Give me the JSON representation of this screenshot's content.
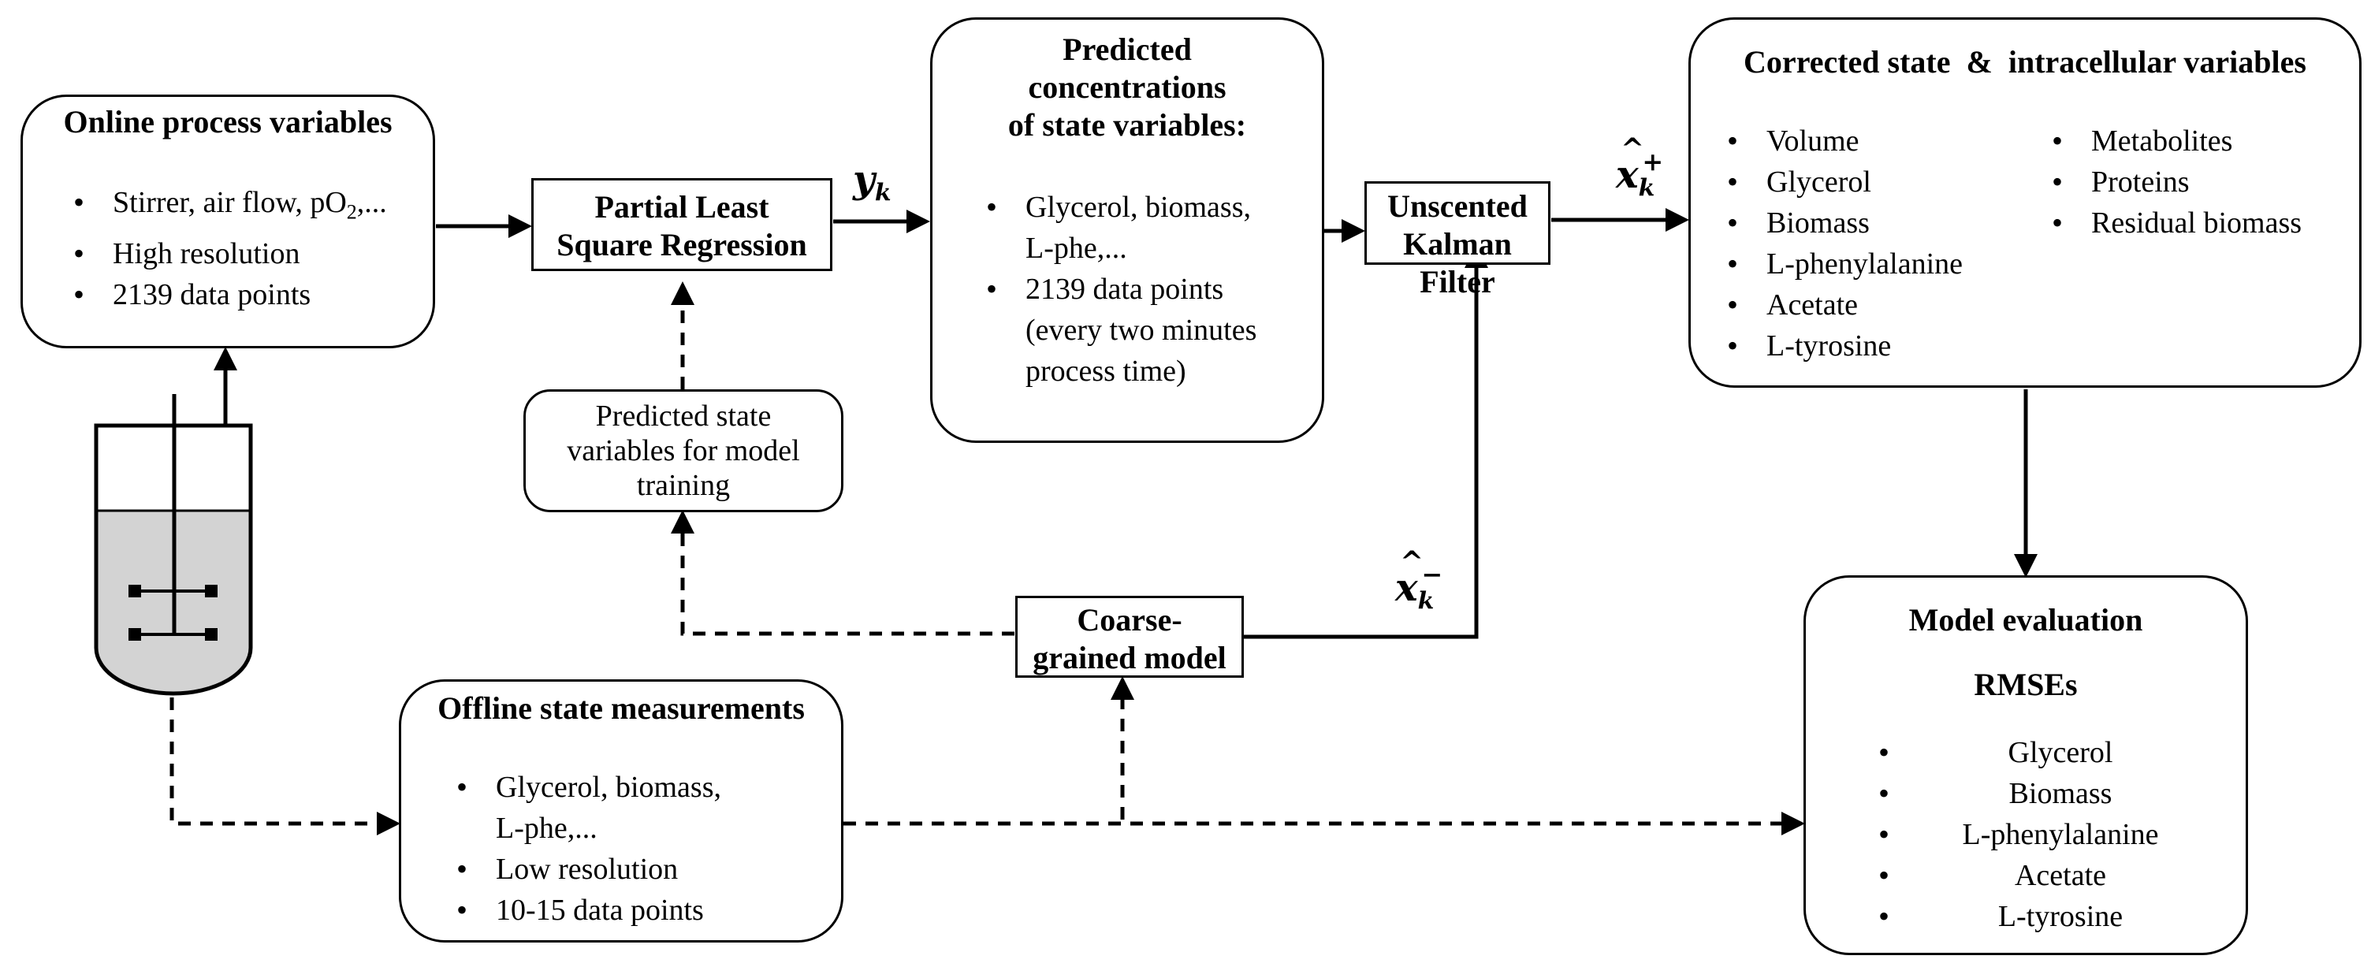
{
  "online": {
    "title": "Online process variables",
    "items": [
      "Stirrer, air flow, pO",
      "High resolution",
      "2139 data points"
    ],
    "po2_sub": "2",
    "po2_tail": ",..."
  },
  "pls": {
    "line1": "Partial Least",
    "line2": "Square Regression"
  },
  "training": {
    "text": "Predicted state variables for model training"
  },
  "predicted": {
    "title_l1": "Predicted",
    "title_l2": "concentrations",
    "title_l3": "of state variables:",
    "item1_l1": "Glycerol, biomass,",
    "item1_l2": "L-phe,...",
    "item2_l1": "2139 data points",
    "item2_l2": "(every two minutes",
    "item2_l3": "process time)"
  },
  "ukf": {
    "line1": "Unscented",
    "line2": "Kalman Filter"
  },
  "corrected": {
    "title": "Corrected state  &  intracellular variables",
    "left_items": [
      "Volume",
      "Glycerol",
      "Biomass",
      "L-phenylalanine",
      "Acetate",
      "L-tyrosine"
    ],
    "right_items": [
      "Metabolites",
      "Proteins",
      "Residual biomass"
    ]
  },
  "coarse": {
    "line1": "Coarse-",
    "line2": "grained model"
  },
  "offline": {
    "title": "Offline state measurements",
    "item1_l1": "Glycerol, biomass,",
    "item1_l2": "L-phe,...",
    "item2": "Low resolution",
    "item3": "10-15 data points"
  },
  "evaluation": {
    "title": "Model evaluation",
    "subtitle": "RMSEs",
    "items": [
      "Glycerol",
      "Biomass",
      "L-phenylalanine",
      "Acetate",
      "L-tyrosine"
    ]
  },
  "math": {
    "yk_base": "y",
    "yk_sub": "k",
    "xplus_base": "x",
    "xplus_sub": "k",
    "xplus_sup": "+",
    "xminus_base": "x",
    "xminus_sub": "k",
    "xminus_sup": "−"
  },
  "colors": {
    "stroke": "#000000",
    "liquid": "#d3d3d3",
    "background": "#ffffff"
  },
  "icons": {
    "bioreactor": "bioreactor-icon"
  }
}
